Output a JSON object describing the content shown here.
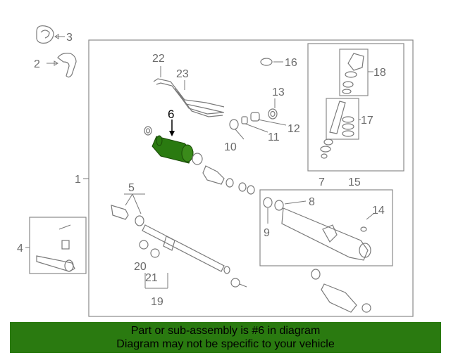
{
  "callouts": {
    "n1": "1",
    "n2": "2",
    "n3": "3",
    "n4": "4",
    "n5": "5",
    "n6": "6",
    "n7": "7",
    "n8": "8",
    "n9": "9",
    "n10": "10",
    "n11": "11",
    "n12": "12",
    "n13": "13",
    "n14": "14",
    "n15": "15",
    "n16": "16",
    "n17": "17",
    "n18": "18",
    "n19": "19",
    "n20": "20",
    "n21": "21",
    "n22": "22",
    "n23": "23"
  },
  "highlight_part": "6",
  "colors": {
    "highlight": "#2a7a10",
    "banner_bg": "#2a7a10",
    "line_art": "#7a7a7a"
  },
  "banner": {
    "line1": "Part or sub-assembly is #6 in diagram",
    "line2": "Diagram may not be specific to your vehicle"
  }
}
